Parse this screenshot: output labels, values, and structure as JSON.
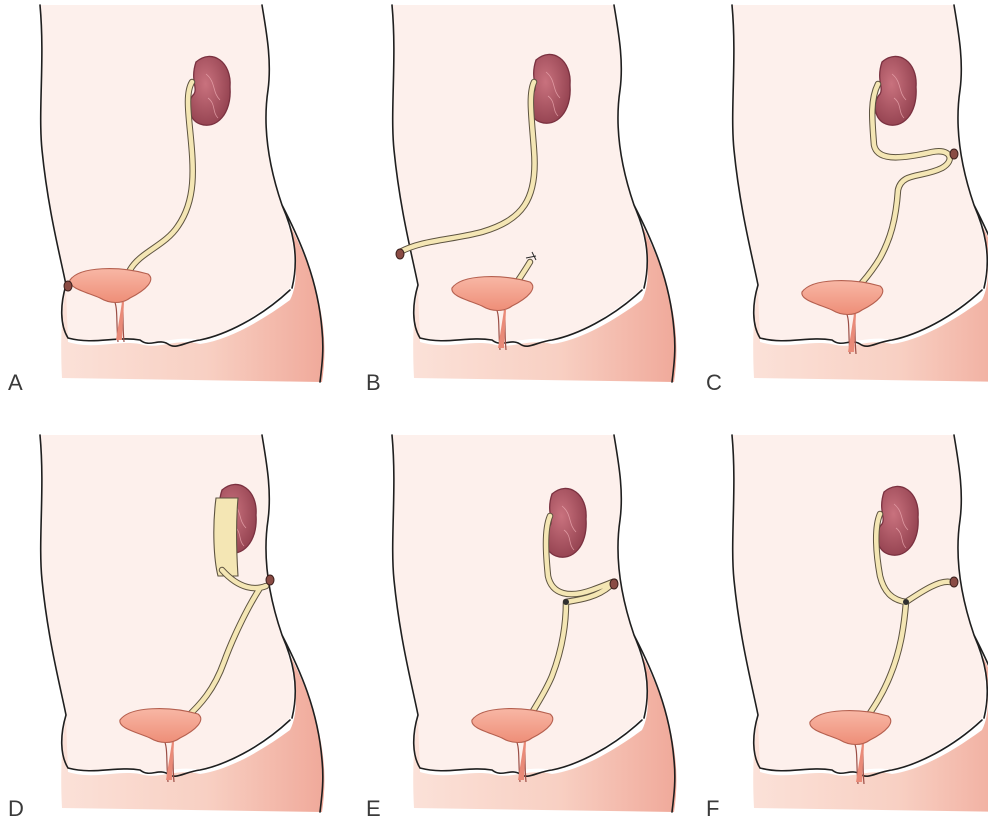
{
  "figure": {
    "panels": [
      {
        "id": "A",
        "label": "A",
        "variant": "cutaneous-ureterostomy-low"
      },
      {
        "id": "B",
        "label": "B",
        "variant": "flank-ureterostomy-ligated"
      },
      {
        "id": "C",
        "label": "C",
        "variant": "loop-ureterostomy"
      },
      {
        "id": "D",
        "label": "D",
        "variant": "pyelostomy"
      },
      {
        "id": "E",
        "label": "E",
        "variant": "ring-ureterostomy"
      },
      {
        "id": "F",
        "label": "F",
        "variant": "y-ureterostomy"
      }
    ]
  },
  "colors": {
    "body_fill": "#fdf0ec",
    "skin_fill": "#f6c9bd",
    "outline": "#1f1f1f",
    "kidney": "#b35d6a",
    "kidney_dark": "#7a3140",
    "ureter": "#f4e6b4",
    "ureter_outline": "#5d5340",
    "bladder": "#f3a28d",
    "stoma": "#8a4b44"
  }
}
